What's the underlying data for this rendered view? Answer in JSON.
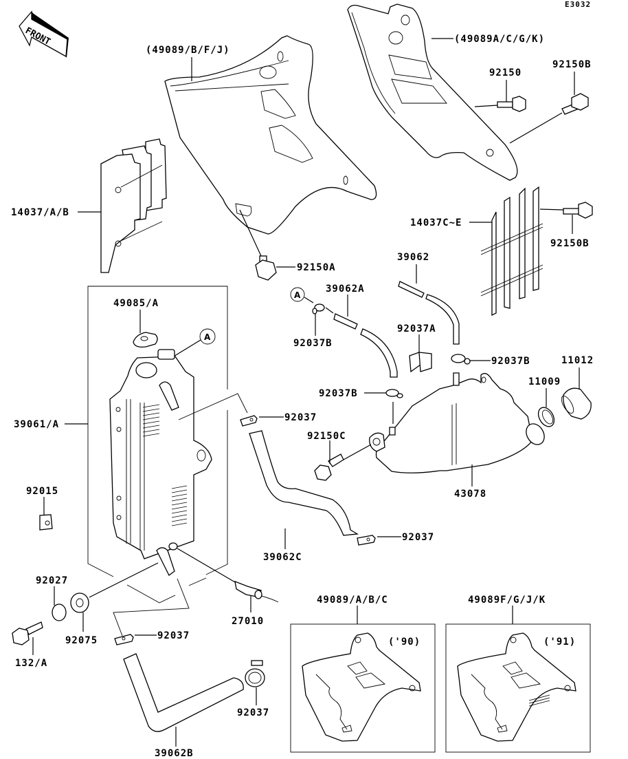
{
  "diagram": {
    "code": "E3032",
    "front_label": "FRONT",
    "callout_marker": "A",
    "labels": {
      "shroud_left": "(49089/B/F/J)",
      "shroud_right": "(49089A/C/G/K)",
      "bolt_92150": "92150",
      "bolt_92150B_top": "92150B",
      "guard_left": "14037/A/B",
      "guard_right": "14037C~E",
      "bolt_92150B_right": "92150B",
      "bolt_92150A": "92150A",
      "hose_39062": "39062",
      "hose_39062A": "39062A",
      "clamp_92037B_a": "92037B",
      "clamp_92037A": "92037A",
      "clamp_92037B_b": "92037B",
      "cap_11012": "11012",
      "gasket_11009": "11009",
      "clamp_92037B_c": "92037B",
      "cap_49085": "49085/A",
      "radiator": "39061/A",
      "clamp_92037_a": "92037",
      "bolt_92150C": "92150C",
      "tank_43078": "43078",
      "nut_92015": "92015",
      "clamp_92037_b": "92037",
      "hose_39062C": "39062C",
      "collar_92027": "92027",
      "grommet_92075": "92075",
      "switch_27010": "27010",
      "bolt_132": "132/A",
      "clamp_92037_c": "92037",
      "clamp_92037_d": "92037",
      "hose_39062B": "39062B",
      "shroud_set_90": "49089/A/B/C",
      "shroud_set_91": "49089F/G/J/K"
    },
    "years": {
      "set_90": "('90)",
      "set_91": "('91)"
    }
  }
}
